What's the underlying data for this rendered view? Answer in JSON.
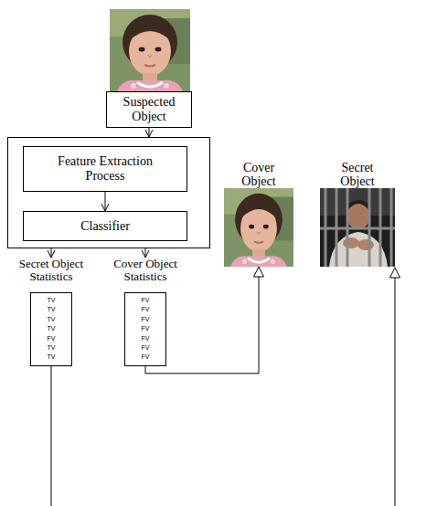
{
  "diagram": {
    "nodes": [
      {
        "text": [
          "Suspected Object"
        ]
      },
      {
        "text": []
      },
      {
        "text": [
          "Feature Extraction Process"
        ],
        "in": 1
      },
      {
        "text": [
          "Classifier"
        ],
        "in": 1
      },
      {
        "text": [
          "Secret Object Statistics",
          "TV",
          "TV",
          "TV",
          "TV",
          "FV",
          "TV",
          "TV"
        ]
      },
      {
        "text": [
          "Cover Object Statistics",
          "FV",
          "FV",
          "FV",
          "FV",
          "FV",
          "FV",
          "FV"
        ]
      },
      {
        "text": [
          "Cover Object"
        ]
      },
      {
        "text": [
          "Secret Object"
        ]
      }
    ],
    "edges": [
      {
        "from": 0,
        "to": 1,
        "arrow": "to"
      },
      {
        "from": 2,
        "to": 3,
        "arrow": "to"
      },
      {
        "from": 1,
        "to": 4,
        "arrow": "to"
      },
      {
        "from": 1,
        "to": 5,
        "arrow": "to"
      },
      {
        "from": 5,
        "to": 6,
        "arrow": "to"
      }
    ]
  }
}
